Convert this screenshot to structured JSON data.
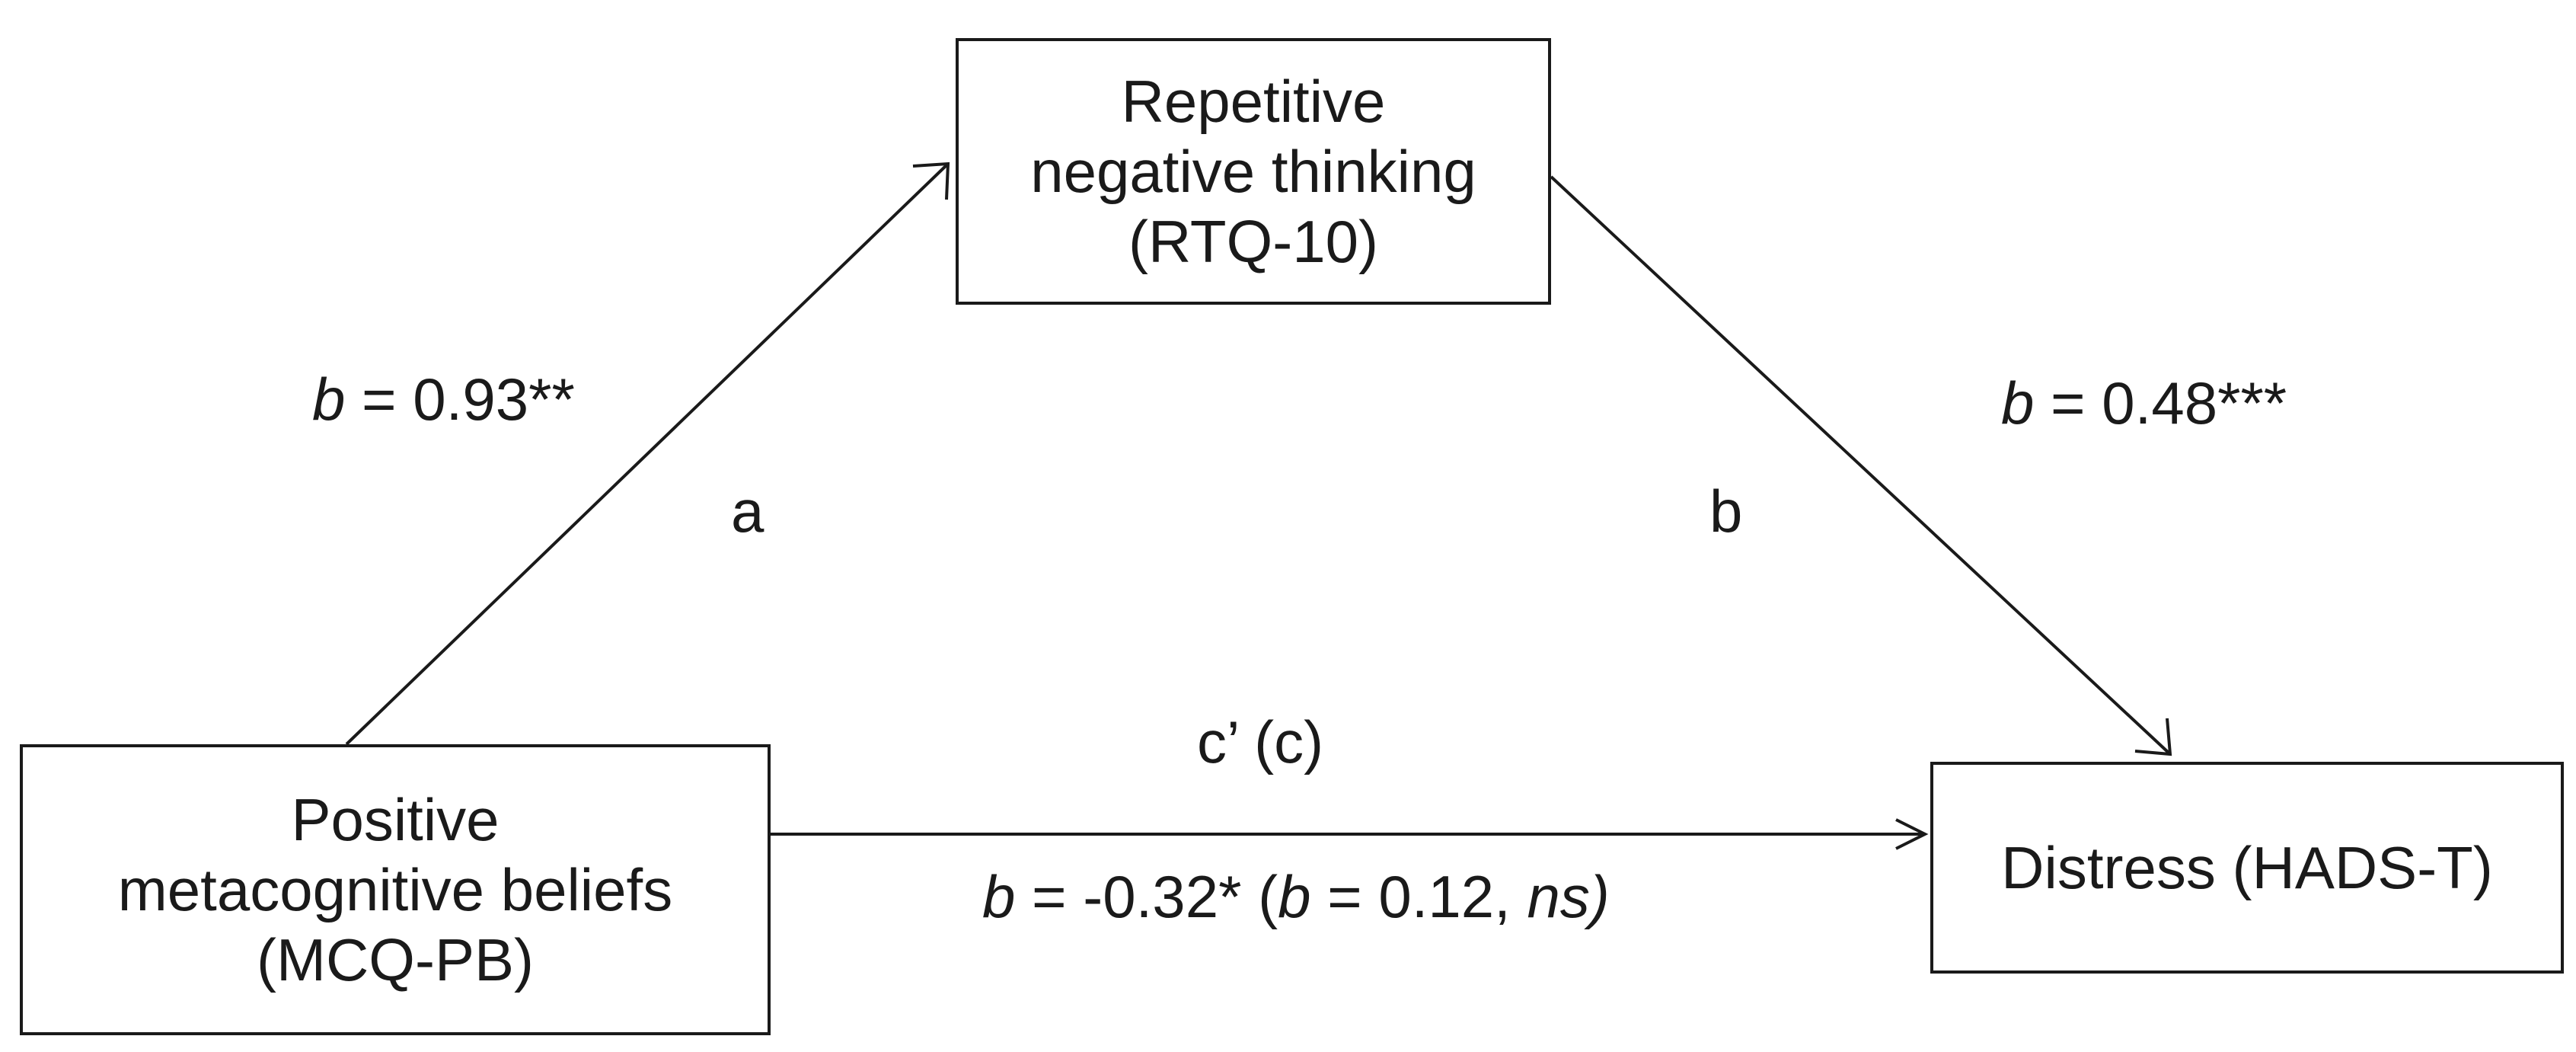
{
  "nodes": {
    "mediator": {
      "lines": [
        "Repetitive",
        "negative thinking",
        "(RTQ-10)"
      ]
    },
    "predictor": {
      "lines": [
        "Positive",
        "metacognitive beliefs",
        "(MCQ-PB)"
      ]
    },
    "outcome": {
      "lines": [
        "Distress (HADS-T)"
      ]
    }
  },
  "paths": {
    "a": {
      "label": "a",
      "coef_symbol": "b",
      "coef_value": " = 0.93**"
    },
    "b": {
      "label": "b",
      "coef_symbol": "b",
      "coef_value": " = 0.48***"
    },
    "c": {
      "label": "c’ (c)",
      "coef_symbol": "b",
      "coef_value": " = -0.32* (",
      "total_symbol": "b",
      "total_value": " = 0.12, ",
      "total_sig": "ns)"
    }
  },
  "colors": {
    "line": "#1a1a1a",
    "text": "#1a1a1a",
    "background": "#ffffff"
  }
}
